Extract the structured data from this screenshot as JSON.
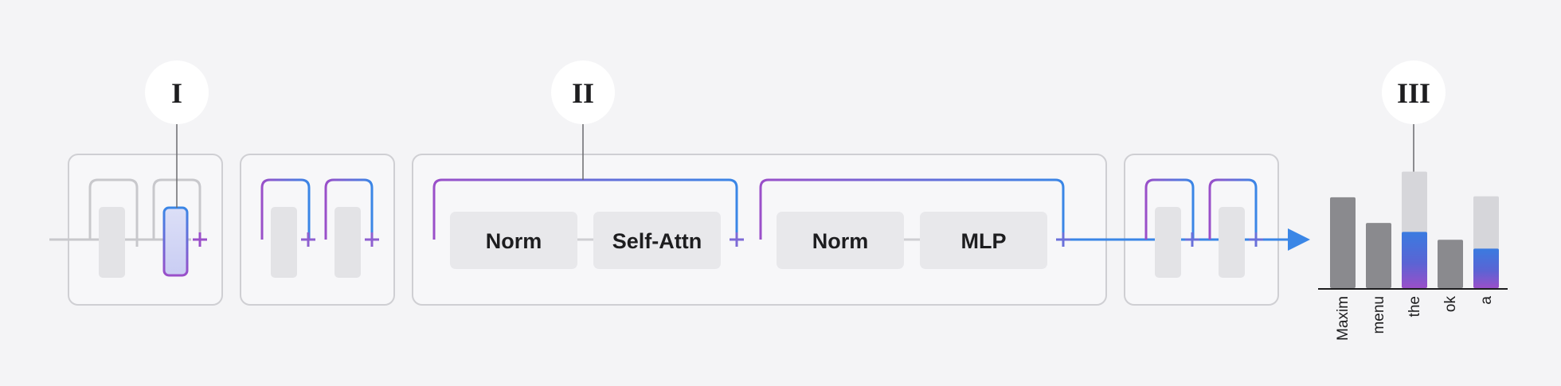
{
  "callouts": {
    "first": "I",
    "second": "II",
    "third": "III"
  },
  "block_ops": {
    "norm_1": "Norm",
    "self_attn": "Self-Attn",
    "norm_2": "Norm",
    "mlp": "MLP"
  },
  "colors": {
    "background": "#f4f4f6",
    "gray_path": "#c8c8cc",
    "purple": "#9a4fc9",
    "blue": "#3a86e6",
    "bar_gray": "#8a8a8e",
    "bar_light": "#d6d6da",
    "op_box": "#e8e8eb"
  },
  "chart_data": {
    "type": "bar",
    "categories": [
      "Maxim",
      "menu",
      "the",
      "ok",
      "a"
    ],
    "values": [
      0.92,
      0.66,
      0.57,
      0.49,
      0.4
    ],
    "highlight_total": [
      null,
      null,
      1.18,
      null,
      0.93
    ],
    "highlight_index": 2,
    "title": "",
    "xlabel": "",
    "ylabel": ""
  }
}
